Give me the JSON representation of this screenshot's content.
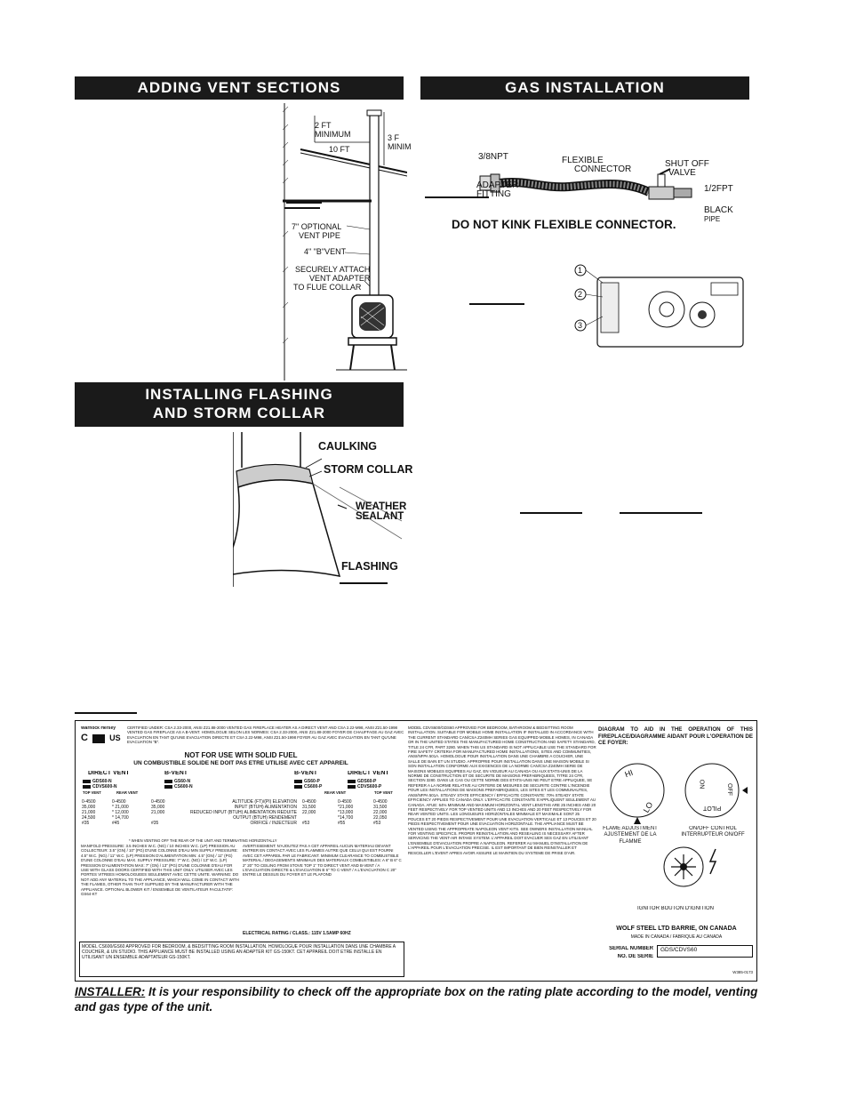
{
  "sections": {
    "vent_title": "ADDING VENT SECTIONS",
    "gas_title": "GAS INSTALLATION",
    "flash_title_1": "INSTALLING FLASHING",
    "flash_title_2": "AND STORM COLLAR"
  },
  "vent_diagram": {
    "lbl_2ft": "2 FT",
    "lbl_min": "MINIMUM",
    "lbl_10ft": "10 FT",
    "lbl_3f": "3 F",
    "lbl_minim": "MINIM",
    "lbl_opt1": "7\" OPTIONAL",
    "lbl_opt2": "VENT PIPE",
    "lbl_bvent": "4\" \"B\"VENT",
    "lbl_sec1": "SECURELY ATTACH",
    "lbl_sec2": "VENT ADAPTER",
    "lbl_sec3": "TO FLUE COLLAR"
  },
  "gas_diagram": {
    "npt": "3/8NPT",
    "adapter1": "ADAPTER",
    "adapter2": "FITTING",
    "flex1": "FLEXIBLE",
    "flex2": "CONNECTOR",
    "shut1": "SHUT OFF",
    "shut2": "VALVE",
    "fpt": "1/2FPT",
    "black1": "BLACK",
    "black2": "PIPE",
    "warning": "DO NOT KINK FLEXIBLE CONNECTOR.",
    "n1": "1",
    "n2": "2",
    "n3": "3"
  },
  "flash_diagram": {
    "caulking": "CAULKING",
    "storm": "STORM COLLAR",
    "weather1": "WEATHER",
    "weather2": "SEALANT",
    "flashing": "FLASHING"
  },
  "plate": {
    "wh": "Warnock Hersey",
    "wh_c": "C",
    "wh_us": "US",
    "cert": "CERTIFIED UNDER: CSA 2.33-2000, ANSI Z21.88-2000 VENTED GAS FIREPLACE HEATER AS A DIRECT VENT AND CSA 2.22-M98, ANSI Z21.50-1998 VENTED GAS FIREPLACE AS A B-VENT. HOMOLOGUE SELON LES NORMES: CSA 2.33-2000, ANSI Z21.88-2000 FOYER DE CHAUFFAGE AU GAZ AVEC EVACUATION EN TANT QU'UNE EVACUATION DIRECTE ET CSA 2.22-M98, ANSI Z21.50-1998 FOYER AU GAZ AVEC EVACUATION EN TANT QU'UNE EVACUATION \"B\".",
    "not_solid": "NOT FOR USE WITH SOLID FUEL",
    "not_solid_fr": "UN COMBUSTIBLE SOLIDE NE DOIT PAS ETRE UTILISE AVEC CET APPAREIL",
    "hdr_dv": "DIRECT VENT",
    "hdr_bv": "B-VENT",
    "hdr_bv2": "B-VENT",
    "hdr_dv2": "DIRECT VENT",
    "m_gds60n": "GDS60-N",
    "m_cdvs600n": "CDVS600-N",
    "m_gs60n": "GS60-N",
    "m_cs600n": "CS600-N",
    "m_gs60p": "GS60-P",
    "m_cs600p": "CS600-P",
    "m_gds60p": "GDS60-P",
    "m_cdvs600p": "CDVS600-P",
    "c_top": "TOP VENT",
    "c_rear": "REAR VENT",
    "rows": [
      [
        "0-4500",
        "0-4500",
        "0-4500",
        "ALTITUDE (FT)/(PI) ELEVATION",
        "0-4500",
        "0-4500",
        "0-4500"
      ],
      [
        "35,000",
        "* 21,000",
        "35,000",
        "INPUT (BTUH) ALIMENTATION",
        "31,500",
        "*21,000",
        "31,500"
      ],
      [
        "21,000",
        "* 12,000",
        "21,000",
        "REDUCED INPUT (BTUH) ALIMENTATION REDUITE",
        "22,000",
        "*13,000",
        "22,000"
      ],
      [
        "24,500",
        "* 14,700",
        "",
        "OUTPUT (BTUH) RENDEMENT",
        "",
        "*14,700",
        "22,050"
      ],
      [
        "#35",
        "#45",
        "#35",
        "ORIFICE / INJECTEUR",
        "#53",
        "#55",
        "#53"
      ]
    ],
    "note_rear": "* WHEN VENTING OFF THE REAR OF THE UNIT AND TERMINATING HORIZONTALLY",
    "left_spec": "MANIFOLD PRESSURE: 3.5 INCHES W.C. (NG) / 10 INCHES W.C. (LP) PRESSION AU COLLECTEUR: 3.5\" (GN) / 10\" (PG) D'UNE COLONNE D'EAU MIN SUPPLY PRESSURE: 4.5\" W.C. (NG) / 11\" W.C. (LP) PRESSION D'ALIMENTATION MIN: 4.5\" (GN) / 11\" (PG) D'UNE COLONNE D'EAU MAX. SUPPLY PRESSURE: 7\" W.C. (NG) / 13\" W.C. (LP) PRESSION D'ALIMENTATION MAX: 7\" (GN) / 13\" (PG) D'UNE COLONNE D'EAU FOR USE WITH GLASS DOORS CERTIFIED WITH THIS UNIT ONLY. UTILISER AVEC LES PORTES VITREES HOMOLOGUEES SEULEMENT AVEC CETTE UNITE. WARNING: DO NOT ADD ANY MATERIAL TO THE APPLIANCE, WHICH WILL COME IN CONTACT WITH THE FLAMES, OTHER THAN THAT SUPPLIED BY THE MANUFACTURER WITH THE APPLIANCE. OPTIONAL BLOWER KIT / ENSEMBLE DE VENTILATEUR FACULTATIF: GS64-KT",
    "mid_spec": "AVERTISSEMENT: N'AJOUTEZ PAS A CET APPAREIL AUCUN MATERIAU DEVANT ENTRER EN CONTACT AVEC LES FLAMMES AUTRE QUE CELUI QUI EST FOURNI AVEC CET APPAREIL PAR LE FABRICANT. MINIMUM CLEARANCE TO COMBUSTIBLE MATERIAL / DEGAGEMENTS MINIMAUX DES MATERIAUX COMBUSTIBLES: A 6\" B 6\" C 2\" 20\" TO CEILING FROM STOVE TOP 1\" TO DIRECT VENT AND B-VENT / A L'EVACUATION DIRECTE & L'EVACUATION B 6\" TO C-VENT / A L'EVACUATION C 20\" ENTRE LE DESSUS DU FOYER ET LE PLAFOND",
    "elec": "ELECTRICAL RATING / CLASS.: 115V 1.5AMP 60HZ",
    "bottom_left": "MODEL CS600/GS60 APPROVED FOR BEDROOM, & BEDSITTING ROOM INSTALLATION. HOMOLOGUE POUR INSTALLATION DANS UNE CHAMBRE A COUCHER, & UN STUDIO. THIS APPLIANCE MUST BE INSTALLED USING AN ADAPTER KIT GS-150KT. CET APPAREIL DOIT ETRE INSTALLE EN UTILISANT UN ENSEMBLE ADAPTATEUR GS-150KT.",
    "right_text": "MODEL CDVS600/GDS60 APPROVED FOR BEDROOM, BATHROOM & BEDSITTING ROOM INSTALLATION. SUITABLE FOR MOBILE HOME INSTALLATION IF INSTALLED IN ACCORDANCE WITH THE CURRENT STANDARD CAN/CSA Z240MH SERIES GAS EQUIPPED MOBILE HOMES, IN CANADA OR IN THE UNITED STATES THE MANUFACTURED HOME CONSTRUCTION AND SAFETY STANDARD, TITLE 24 CFR, PART 3280. WHEN THIS US STANDARD IS NOT APPLICABLE USE THE STANDARD FOR FIRE SAFETY CRITERIA FOR MANUFACTURED HOME INSTALLATIONS, SITES AND COMMUNITIES, ANSI/NFPA 501A. HOMOLOGUE POUR INSTALLATION DANS UNE CHAMBRE A COUCHER, UNE SALLE DE BAIN ET UN STUDIO. APPROPRIE POUR INSTALLATION DANS UNE MAISON MOBILE SI SON INSTALLATION CONFORME AUX EXIGENCES DE LA NORME CAN/CSA Z240MH SERIE DE MAISONS MOBILES EQUIPEES AU GAZ, EN VIGUEUR AU CANADA OU AUX ETATS-UNIS DE LA NORME DE CONSTRUCTION ET DE SECURITE DE MAISONS PREFABRIQUEES, TITRE 24 CFR, SECTION 3280. DANS LE CAS OU CETTE NORME DES ETATS-UNIS NE PEUT ETRE APPLIQUEE, SE REFERER A LA NORME RELATIVE AU CRITERE DE MESURES DE SECURITE CONTRE L'INCENDIE POUR LES INSTALLATIONS DE MAISONS PREFABRIQUEES, LES SITES ET LES COMMUNAUTES, ANSI/NFPA 501A. STEADY STATE EFFICIENCY / EFFICACITE CONSTANTE: 70% STEADY STATE EFFICIENCY APPLIES TO CANADA ONLY. L'EFFICACITE CONSTANTE S'APPLIQUENT SEULEMENT AU CANADA. AFUE: 64% MINIMUM AND MAXIMUM HORIZONTAL VENT LENGTHS ARE 25 INCHES AND 20 FEET RESPECTIVELY FOR TOP VENTED UNITS AND 13 INCHES AND 20 FEET RESPECTIVELY FOR REAR VENTED UNITS. LES LONGUEURS HORIZONTALES MINIMALE ET MAXIMALE SONT 25 POUCES ET 20 PIEDS RESPECTIVEMENT POUR UNE EVACUATION VERTICALE ET 13 POUCES ET 20 PIEDS RESPECTIVEMENT POUR UNE EVACUATION HORIZONTALE. THE APPLIANCE MUST BE VENTED USING THE APPROPRIATE NAPOLEON VENT KITS. SEE OWNERS INSTALLATION MANUAL FOR VENTING SPECIFICS. PROPER REINSTALLATION AND RESEALING IS NECESSARY AFTER SERVICING THE VENT-AIR INTAKE SYSTEM. L'APPAREIL DOIT EVACUER SES GAZ EN UTILISANT L'ENSEMBLE D'EVACUATION PROPRE A NAPOLEON. REFERER AU MANUEL D'INSTALLATION DE L'APPAREIL POUR L'EVACUATION PRECISE. IL EST IMPORTANT DE BIEN REINSTALLER ET RESCELLER L'EVENT APRES AVOIR ASSURE LE MAINTIEN DU SYSTEME DE PRISE D'AIR.",
    "diag_title": "DIAGRAM TO AID IN THE OPERATION OF THIS FIREPLACE/DIAGRAMME AIDANT POUR L'OPERATION DE CE FOYER:",
    "hi": "HI",
    "lo": "LO",
    "on": "ON",
    "off": "OFF",
    "pilot": "PILOT",
    "flame_adj": "FLAME ADJUSTMENT AJUSTEMENT DE LA FLAMME",
    "onoff": "ON/OFF CONTROL INTERRUPTEUR ON/OFF",
    "ignitor": "IGNITOR BOUTON D'IGNITION",
    "wolf": "WOLF STEEL LTD BARRIE, ON CANADA",
    "made": "MADE IN CANADA / FABRIQUE AU CANADA",
    "serial1": "SERIAL NUMBER",
    "serial2": "NO. DE SERIE",
    "serial_val": "GDS/CDVS60",
    "code": "W385-0173"
  },
  "footer": {
    "lead": "INSTALLER:",
    "text": " It is your responsibility to check off the appropriate box on the rating plate according to the model, venting and gas type of the unit."
  }
}
